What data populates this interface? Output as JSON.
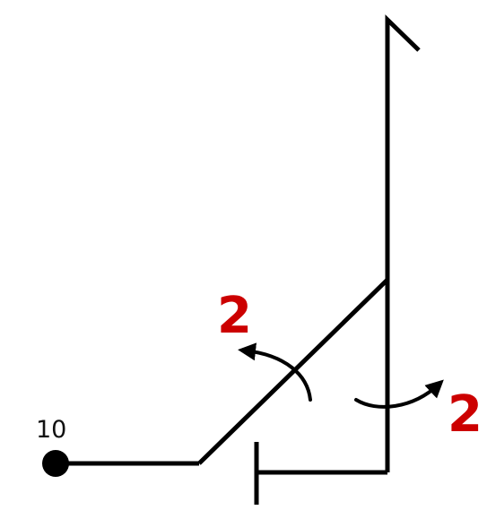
{
  "node": {
    "label": "10"
  },
  "rotations": [
    {
      "label": "2"
    },
    {
      "label": "2"
    }
  ],
  "colors": {
    "line": "#000000",
    "label_red": "#cc0000"
  }
}
